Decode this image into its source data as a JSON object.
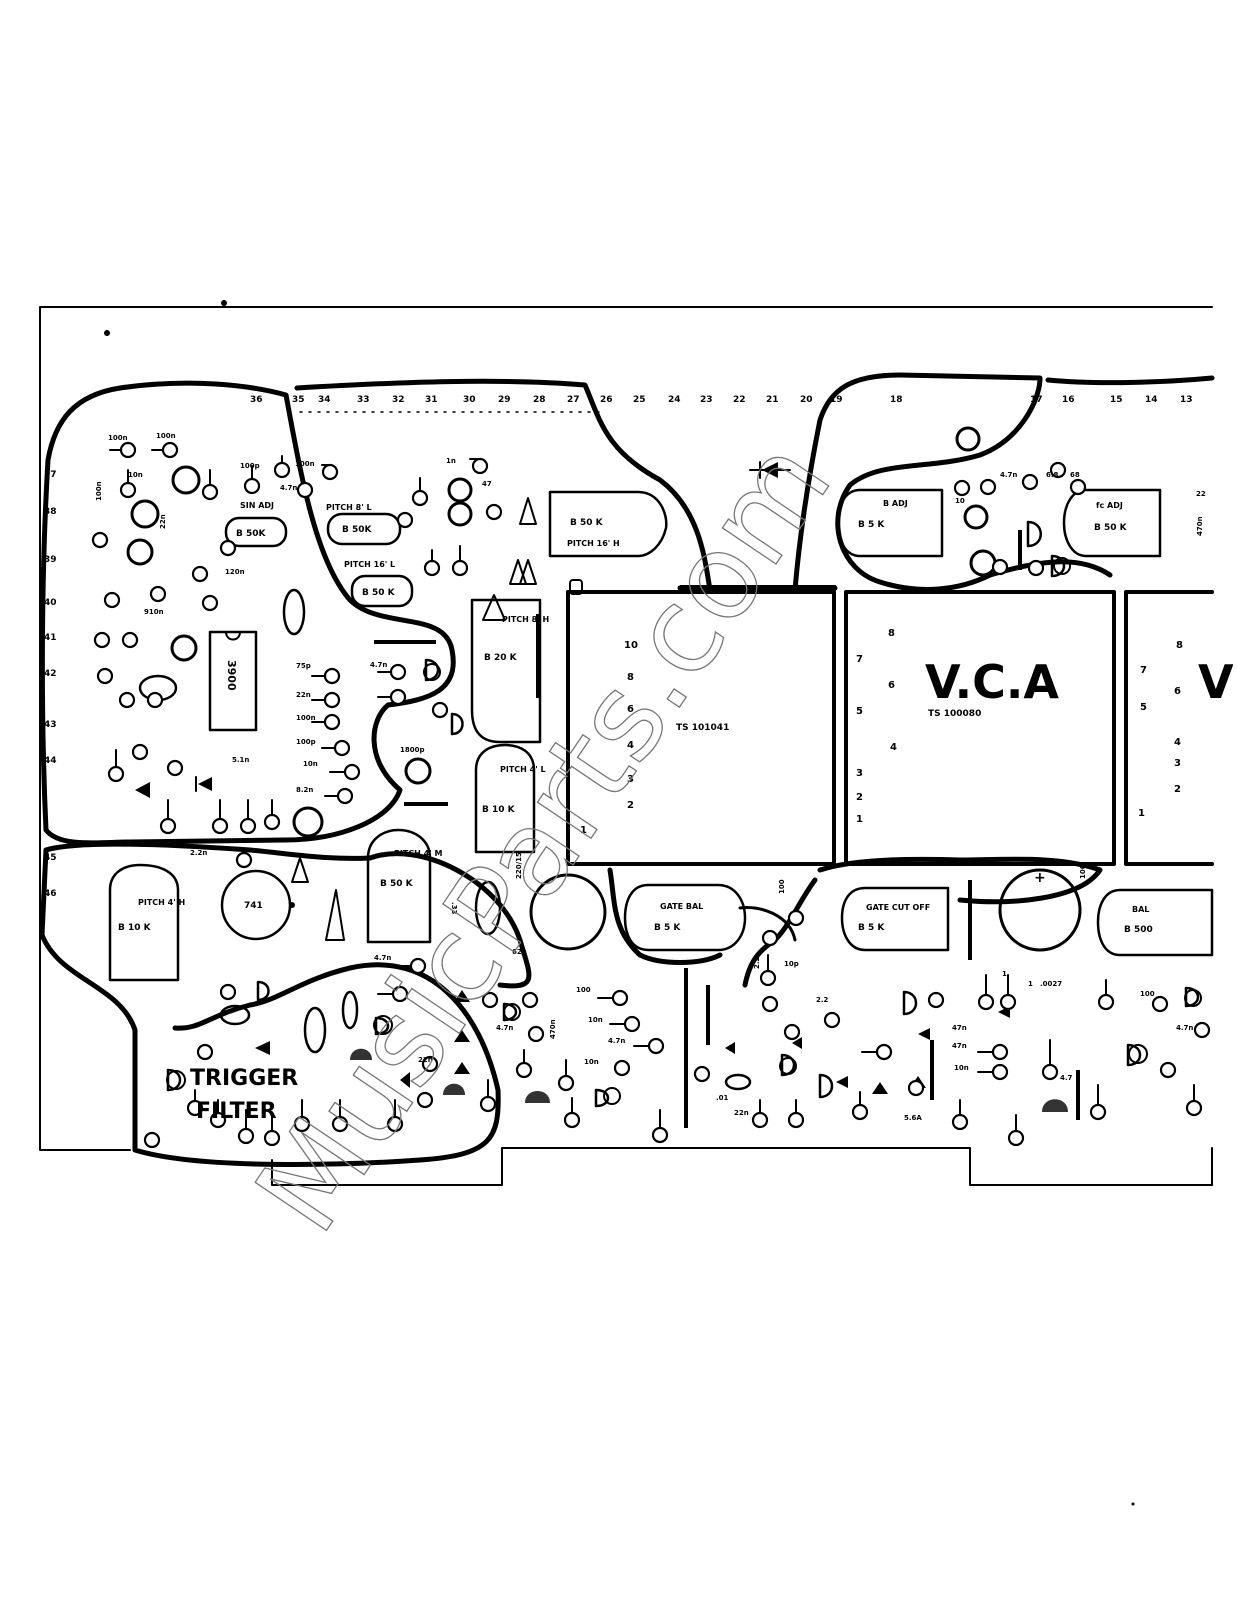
{
  "pin_numbers_top": [
    "36",
    "35",
    "34",
    "33",
    "32",
    "31",
    "30",
    "29",
    "28",
    "27",
    "26",
    "25",
    "24",
    "23",
    "22",
    "21",
    "20",
    "19",
    "18",
    "17",
    "16",
    "15",
    "14",
    "13"
  ],
  "pin_numbers_left": [
    "37",
    "38",
    "39",
    "40",
    "41",
    "42",
    "43",
    "44",
    "45",
    "46"
  ],
  "pots": {
    "sin_adj": {
      "name": "SIN ADJ",
      "value": "B 50K"
    },
    "pitch_8l": {
      "name": "PITCH 8' L",
      "value": "B 50K"
    },
    "pitch_16l": {
      "name": "PITCH 16' L",
      "value": "B 50 K"
    },
    "pitch_16h": {
      "name": "PITCH 16' H",
      "value": "B 50 K"
    },
    "pitch_8h": {
      "name": "PITCH 8' H",
      "value": "B 20 K"
    },
    "pitch_4l": {
      "name": "PITCH 4' L",
      "value": "B 10 K"
    },
    "pitch_4m": {
      "name": "PITCH 4' M",
      "value": "B 50 K"
    },
    "pitch_4h": {
      "name": "PITCH 4' H",
      "value": "B 10 K"
    },
    "b_adj": {
      "name": "B ADJ",
      "value": "B 5 K"
    },
    "fc_adj": {
      "name": "fc ADJ",
      "value": "B 50 K"
    },
    "gate_bal": {
      "name": "GATE BAL",
      "value": "B 5 K"
    },
    "gate_cut_off": {
      "name": "GATE CUT OFF",
      "value": "B 5 K"
    },
    "bal": {
      "name": "BAL",
      "value": "B 500"
    }
  },
  "modules": {
    "module_1": {
      "part": "TS 101041",
      "pins": [
        "10",
        "8",
        "6",
        "4",
        "3",
        "2",
        "1"
      ]
    },
    "vca": {
      "title": "V.C.A",
      "part": "TS 100080",
      "pins_left": [
        "7",
        "5",
        "3",
        "2",
        "1"
      ],
      "pins_inner": [
        "8",
        "6",
        "4"
      ]
    },
    "module_3": {
      "title": "V",
      "pins": [
        "8",
        "7",
        "6",
        "5",
        "4",
        "3",
        "2",
        "1"
      ]
    }
  },
  "ics": {
    "ic_3900": "3900",
    "ic_741": "741"
  },
  "labels": {
    "trigger": "TRIGGER",
    "filter": "FILTER"
  },
  "component_values": [
    "100n",
    "100n",
    "10n",
    "100n",
    "22n",
    "4.7n",
    "100p",
    "100n",
    "120n",
    "910n",
    "5.1n",
    "2.2n",
    "75p",
    "22n",
    "100n",
    "100p",
    "10n",
    "8.2n",
    "4.7n",
    "1800p",
    "1n",
    "47",
    "4.7n",
    "6.8",
    "22",
    "68",
    "10",
    "4.7n",
    "2.2",
    "100",
    "10p",
    "10n",
    "4.7n",
    "22n",
    ".01",
    "22n",
    "100",
    "10n",
    "4.7n",
    "5.6A",
    ".0027",
    "10n",
    "1",
    "47n",
    "47n",
    "1",
    "100",
    "2.2",
    "4.7",
    "4.7n",
    "470n",
    "470n",
    "220/15",
    "62n",
    ".33",
    "100"
  ],
  "watermark": "MusicParts.com",
  "colors": {
    "ink": "#000000",
    "paper": "#ffffff",
    "watermark": "#777777"
  }
}
